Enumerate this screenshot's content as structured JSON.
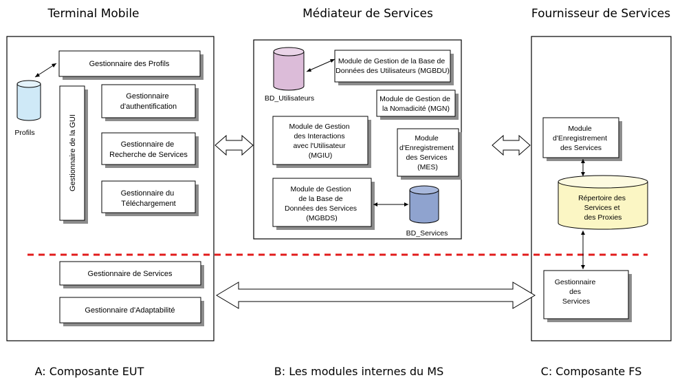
{
  "columns": {
    "terminal": {
      "title": "Terminal Mobile",
      "caption": "A: Composante EUT"
    },
    "mediator": {
      "title": "Médiateur de Services",
      "caption": "B: Les modules internes du MS"
    },
    "provider": {
      "title": "Fournisseur de Services",
      "caption": "C: Composante FS"
    }
  },
  "terminal": {
    "profiles_db_label": "Profils",
    "gui_label": "Gestionnaire de la GUI",
    "boxes": {
      "profiles": [
        "Gestionnaire des Profils"
      ],
      "auth": [
        "Gestionnaire",
        "d'authentification"
      ],
      "search": [
        "Gestionnaire  de",
        "Recherche de Services"
      ],
      "download": [
        "Gestionnaire du",
        "Téléchargement"
      ],
      "services": [
        "Gestionnaire de Services"
      ],
      "adapt": [
        "Gestionnaire  d'Adaptabilité"
      ]
    }
  },
  "mediator": {
    "users_db_label": "BD_Utilisateurs",
    "services_db_label": "BD_Services",
    "boxes": {
      "mgbdu": [
        "Module de Gestion de la Base de",
        "Données des Utilisateurs (MGBDU)"
      ],
      "mgn": [
        "Module de Gestion de",
        "la Nomadicité (MGN)"
      ],
      "mgiu": [
        "Module de Gestion",
        "des Interactions",
        "avec l'Utilisateur",
        "(MGIU)"
      ],
      "mes": [
        "Module",
        "d'Enregistrement",
        "des Services",
        "(MES)"
      ],
      "mgbds": [
        "Module de Gestion",
        "de la Base de",
        "Données des Services",
        "(MGBDS)"
      ]
    }
  },
  "provider": {
    "repository_label": [
      "Répertoire des",
      "Services et",
      "des Proxies"
    ],
    "boxes": {
      "registration": [
        "Module",
        "d'Enregistrement",
        "des Services"
      ],
      "manager": [
        "Gestionnaire",
        "des",
        "Services"
      ]
    }
  },
  "colors": {
    "profiles_db": "#cfe9f7",
    "users_db": "#dcbcd9",
    "services_db": "#8fa3cf",
    "repository_db": "#fbf6c4",
    "separator": "#e21b1b",
    "shadow": "#8c8c8c"
  }
}
